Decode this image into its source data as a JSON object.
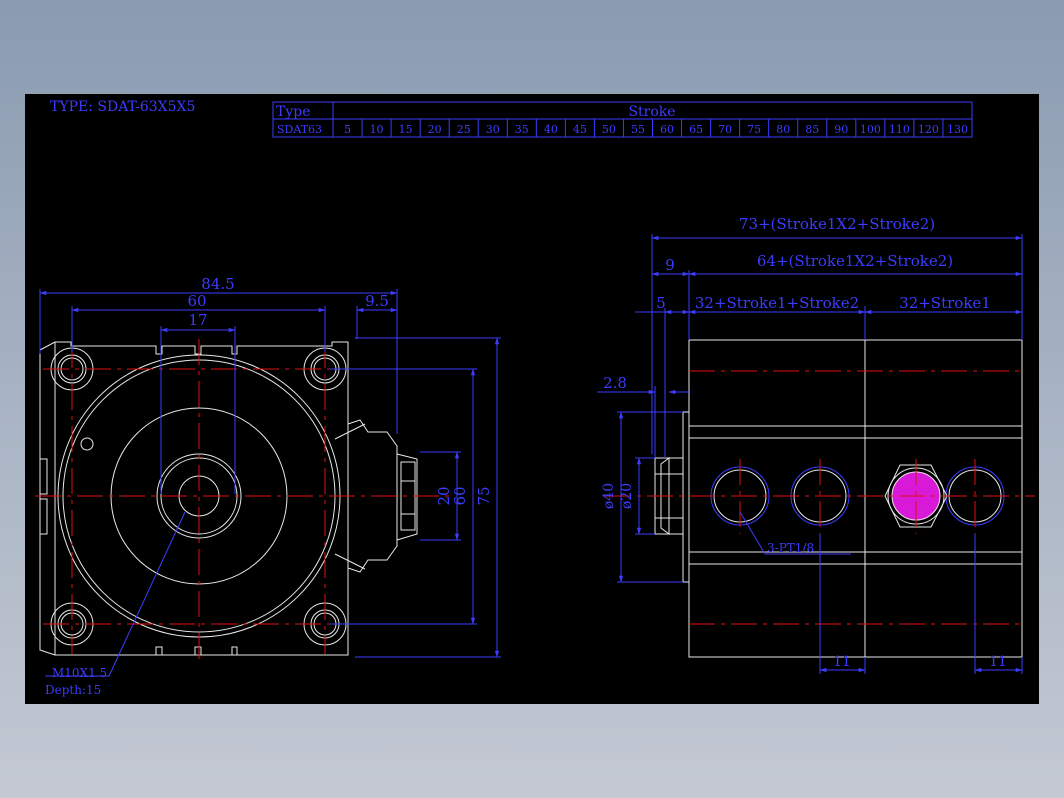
{
  "title": "TYPE: SDAT-63X5X5",
  "stroke_table": {
    "type_header": "Type",
    "stroke_header": "Stroke",
    "model": "SDAT63",
    "strokes": [
      "5",
      "10",
      "15",
      "20",
      "25",
      "30",
      "35",
      "40",
      "45",
      "50",
      "55",
      "60",
      "65",
      "70",
      "75",
      "80",
      "85",
      "90",
      "100",
      "110",
      "120",
      "130"
    ]
  },
  "front_view": {
    "dim_overall_width": "84.5",
    "dim_hole_spacing": "60",
    "dim_rod_width": "17",
    "dim_port_offset": "9.5",
    "dim_port_height": "20",
    "dim_hole_vertical": "60",
    "dim_overall_height": "75",
    "thread_label": "M10X1.5",
    "depth_label": "Depth:15"
  },
  "side_view": {
    "dim_total": "73+(Stroke1X2+Stroke2)",
    "dim_body": "64+(Stroke1X2+Stroke2)",
    "dim_nose": "9",
    "dim_rod_end": "5",
    "dim_section1": "32+Stroke1+Stroke2",
    "dim_section2": "32+Stroke1",
    "dim_flange": "2.8",
    "dim_dia_40": "ø40",
    "dim_dia_20": "ø20",
    "port_label": "3-PT1/8",
    "dim_port_left": "11",
    "dim_port_right": "11"
  },
  "colors": {
    "background": "#000000",
    "dimension": "#3c3cff",
    "outline": "#e8e8e8",
    "centerline": "#e01010",
    "port_fill": "#d81ad8"
  }
}
